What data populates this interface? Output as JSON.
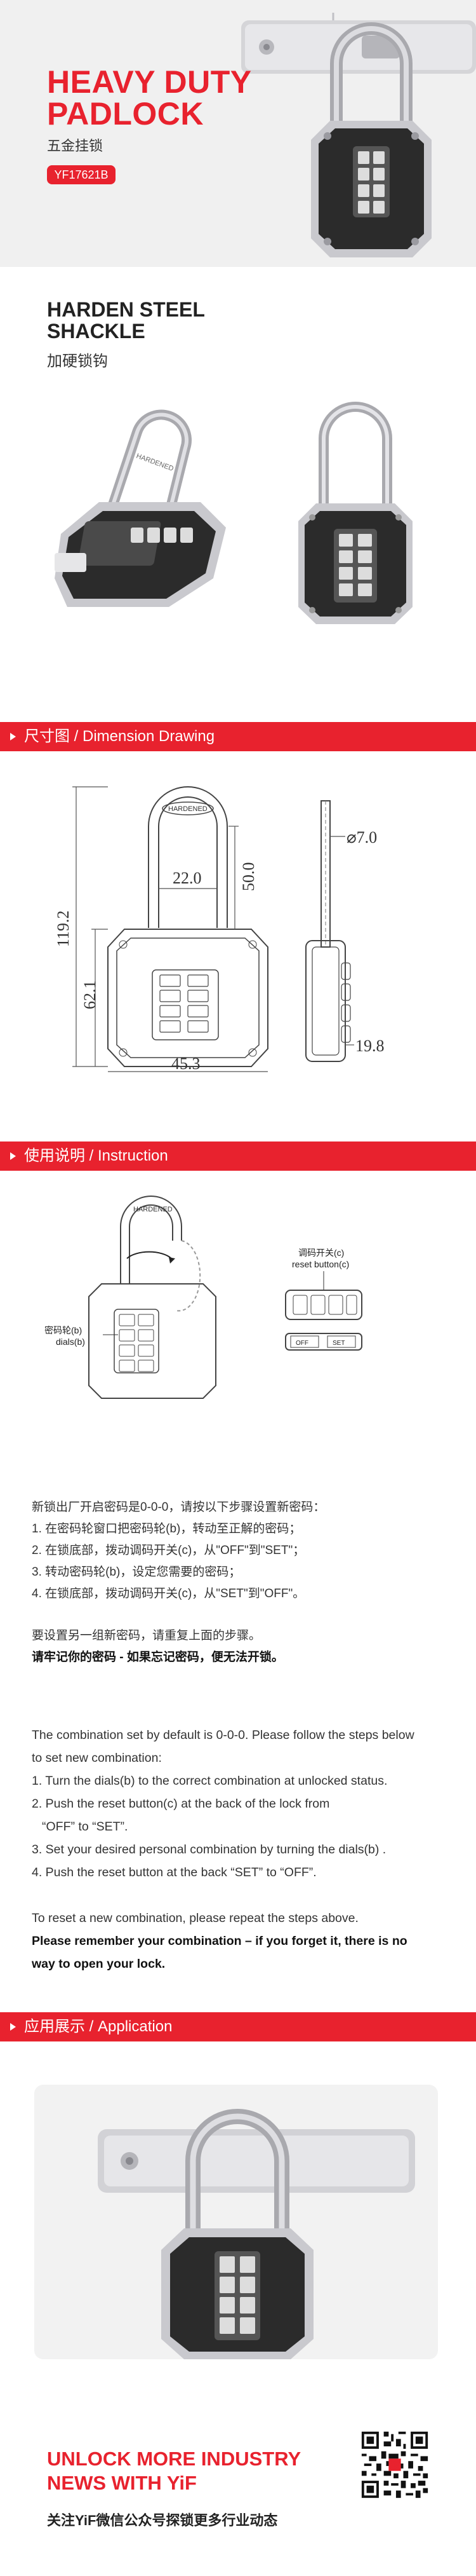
{
  "hero": {
    "title_line1": "HEAVY DUTY",
    "title_line2": "PADLOCK",
    "subtitle": "五金挂锁",
    "model": "YF17621B"
  },
  "section1": {
    "title_line1": "HARDEN STEEL",
    "title_line2": "SHACKLE",
    "subtitle": "加硬锁钩",
    "engraving": "HARDENED"
  },
  "dimension": {
    "header": "尺寸图 / Dimension Drawing",
    "engraving": "HARDENED",
    "labels": {
      "shackle_width": "22.0",
      "shackle_height": "50.0",
      "total_height": "119.2",
      "body_height": "62.1",
      "body_width": "45.3",
      "shackle_diameter": "⌀7.0",
      "depth": "19.8"
    }
  },
  "instruction": {
    "header": "使用说明 / Instruction",
    "engraving": "HARDENED",
    "diagram": {
      "reset_label_cn": "调码开关(c)",
      "reset_label_en": "reset button(c)",
      "dials_label_cn": "密码轮(b)",
      "dials_label_en": "dials(b)",
      "switch_off": "OFF",
      "switch_set": "SET"
    },
    "cn": {
      "intro": "新锁出厂开启密码是0-0-0，请按以下步骤设置新密码：",
      "steps": [
        "1.    在密码轮窗口把密码轮(b)，转动至正解的密码；",
        "2.    在锁底部，拨动调码开关(c)，从\"OFF\"到\"SET\"；",
        "3.    转动密码轮(b)，设定您需要的密码；",
        "4.    在锁底部，拨动调码开关(c)，从\"SET\"到\"OFF\"。"
      ],
      "reset": "要设置另一组新密码，请重复上面的步骤。",
      "warning": "请牢记你的密码 - 如果忘记密码，便无法开锁。"
    },
    "en": {
      "intro_line1": "The combination set by default is 0-0-0. Please follow the steps below",
      "intro_line2": "to set new combination:",
      "step1": "1. Turn the dials(b) to the correct combination at unlocked status.",
      "step2_line1": "2. Push the reset button(c) at the back of the lock from",
      "step2_line2": "“OFF” to “SET”.",
      "step3": "3. Set your desired personal combination by turning the dials(b) .",
      "step4": "4. Push the reset button at the back “SET” to “OFF”.",
      "reset": "To reset a new combination, please repeat the steps above.",
      "warning_line1": "Please remember your combination – if you forget it, there is no",
      "warning_line2": "way to open your lock."
    }
  },
  "application": {
    "header": "应用展示 / Application"
  },
  "footer": {
    "title_line1": "UNLOCK MORE INDUSTRY",
    "title_line2": "NEWS WITH YiF",
    "subtitle": "关注YiF微信公众号探锁更多行业动态"
  },
  "colors": {
    "accent": "#e8222e",
    "lock_body": "#2b2b2b",
    "steel": "#c8c8cc"
  }
}
